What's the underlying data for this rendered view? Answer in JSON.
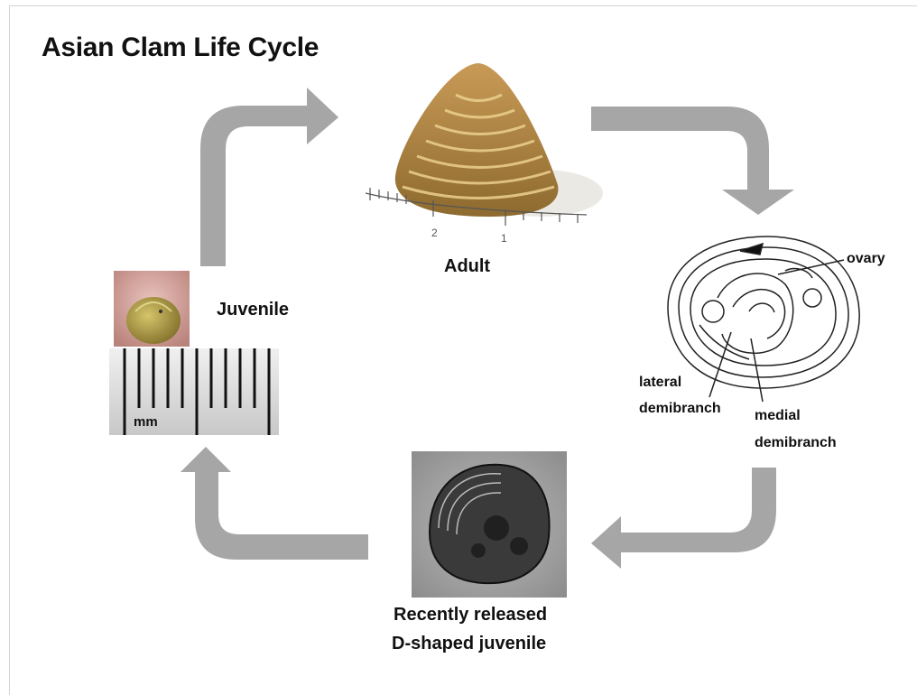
{
  "title": "Asian Clam Life Cycle",
  "stages": {
    "adult": "Adult",
    "juvenile": "Juvenile",
    "d_juvenile_line1": "Recently released",
    "d_juvenile_line2": "D-shaped juvenile"
  },
  "anatomy": {
    "ovary": "ovary",
    "lateral_line1": "lateral",
    "lateral_line2": "demibranch",
    "medial_line1": "medial",
    "medial_line2": "demibranch"
  },
  "ruler": {
    "unit": "mm",
    "scale_labels": [
      "2",
      "1"
    ]
  },
  "colors": {
    "arrow": "#a6a6a6",
    "shell_brown": "#b5874a",
    "shell_ridge": "#e6c98a"
  }
}
